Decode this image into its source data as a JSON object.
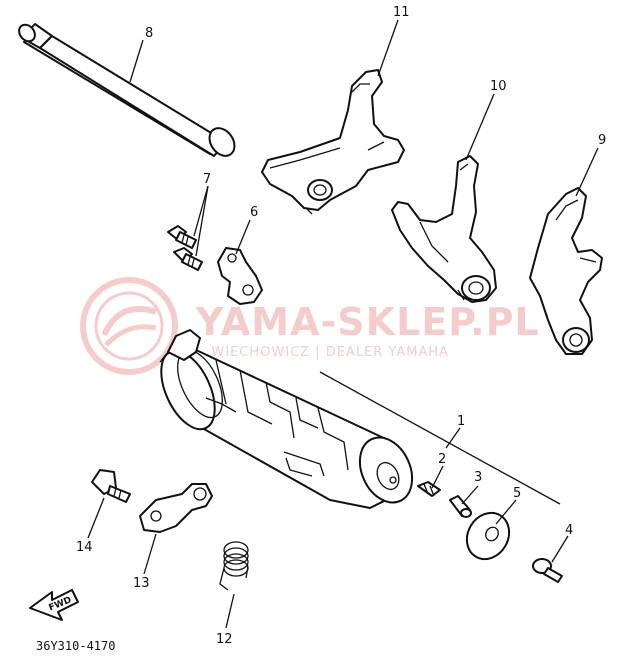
{
  "diagram": {
    "callouts": [
      "1",
      "2",
      "3",
      "4",
      "5",
      "6",
      "7",
      "8",
      "9",
      "10",
      "11",
      "12",
      "13",
      "14"
    ],
    "direction_label": "FWD",
    "figure_code": "36Y310-4170"
  },
  "watermark": {
    "title": "YAMA-SKLEP.PL",
    "subtitle": "...WIECHOWICZ | DEALER YAMAHA",
    "color": "#f4c7c7"
  }
}
